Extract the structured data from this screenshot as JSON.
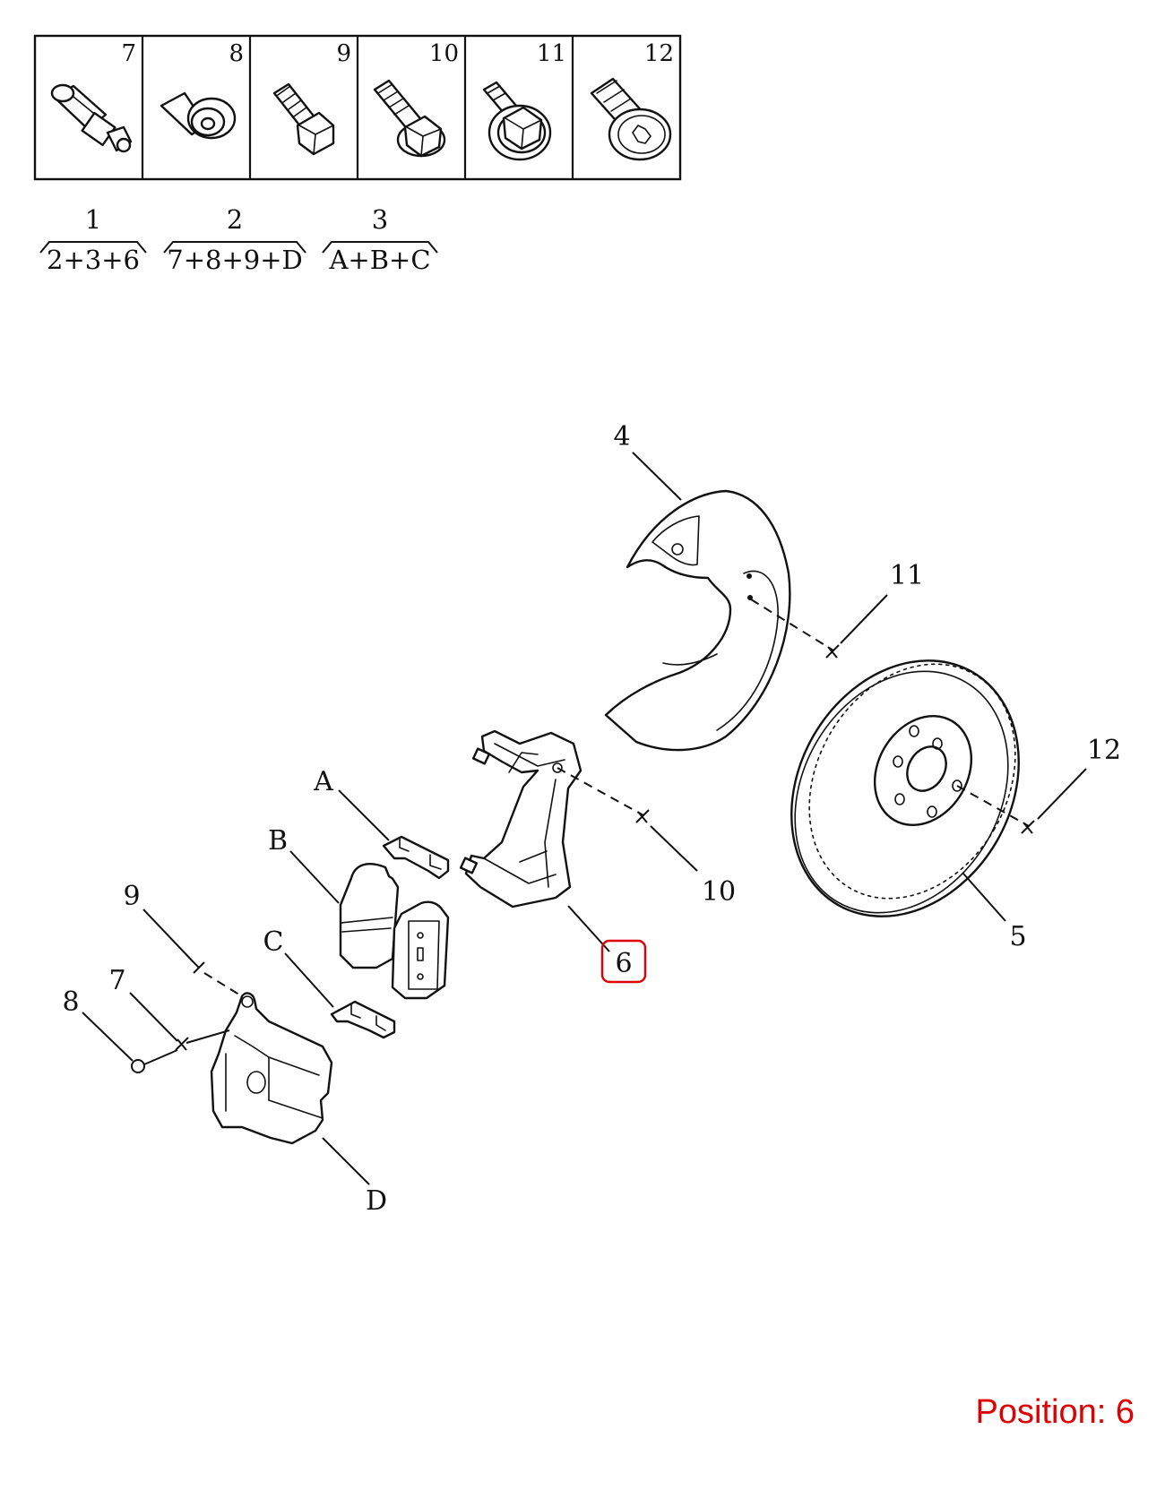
{
  "table": {
    "cells": [
      {
        "number": "7",
        "icon": "sensor-icon"
      },
      {
        "number": "8",
        "icon": "cap-icon"
      },
      {
        "number": "9",
        "icon": "bolt-icon"
      },
      {
        "number": "10",
        "icon": "flange-bolt-icon"
      },
      {
        "number": "11",
        "icon": "washer-bolt-icon"
      },
      {
        "number": "12",
        "icon": "torx-screw-icon"
      }
    ]
  },
  "kits": [
    {
      "number": "1",
      "contents": "2+3+6"
    },
    {
      "number": "2",
      "contents": "7+8+9+D"
    },
    {
      "number": "3",
      "contents": "A+B+C"
    }
  ],
  "callouts": {
    "c4": "4",
    "c11": "11",
    "c12": "12",
    "cA": "A",
    "cB": "B",
    "c10": "10",
    "c9": "9",
    "c5": "5",
    "cC": "C",
    "c6": "6",
    "c7": "7",
    "c8": "8",
    "cD": "D"
  },
  "highlight": {
    "position": "6",
    "color": "#e00000"
  },
  "footer": {
    "position_text": "Position: 6"
  }
}
